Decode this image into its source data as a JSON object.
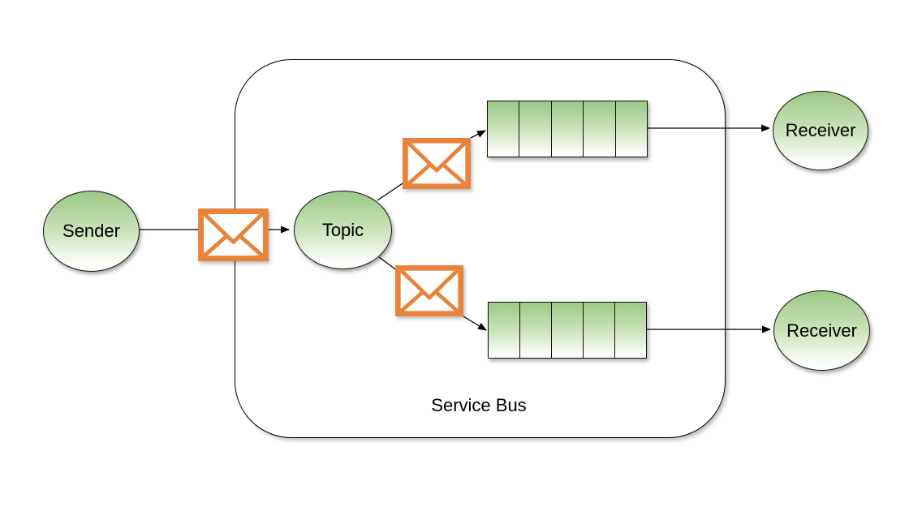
{
  "diagram": {
    "type": "service-bus-topology",
    "container_label": "Service Bus",
    "nodes": {
      "sender": {
        "label": "Sender"
      },
      "topic": {
        "label": "Topic"
      },
      "receiver_top": {
        "label": "Receiver"
      },
      "receiver_bottom": {
        "label": "Receiver"
      }
    },
    "queues": {
      "cell_count": 5,
      "count": 2
    },
    "icons": {
      "message": "envelope-icon",
      "message_count": 3
    },
    "colors": {
      "node_fill_top": "#9CC885",
      "node_fill_bottom": "#FDFEFC",
      "envelope_stroke": "#E8833C",
      "shape_border": "#111111",
      "connector": "#000000",
      "text": "#000000",
      "background": "#FFFFFF"
    }
  }
}
